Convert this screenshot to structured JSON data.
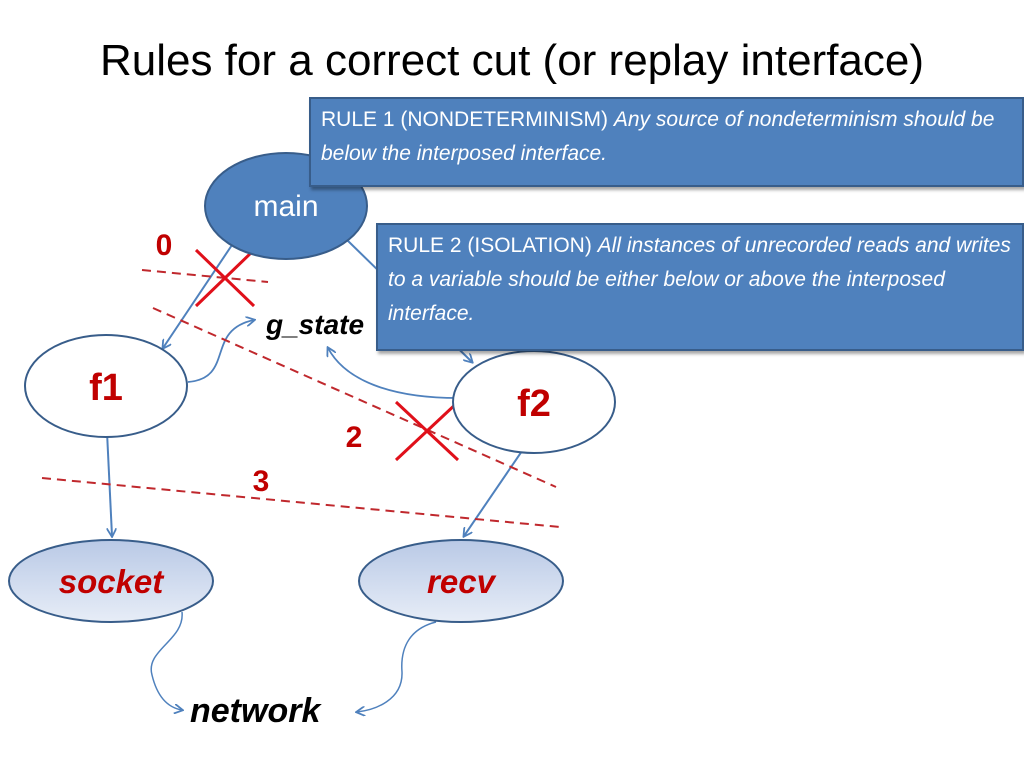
{
  "title": "Rules for a correct cut (or replay interface)",
  "nodes": {
    "main": "main",
    "f1": "f1",
    "f2": "f2",
    "socket": "socket",
    "recv": "recv",
    "g_state": "g_state",
    "network": "network"
  },
  "cut_labels": {
    "cut0": "0",
    "cut2": "2",
    "cut3": "3"
  },
  "rules": {
    "rule1": {
      "label": "RULE 1 (NONDETERMINISM)",
      "desc": "Any source of nondeterminism should be below the interposed interface."
    },
    "rule2": {
      "label": "RULE 2 (ISOLATION)",
      "desc": "All instances of unrecorded reads and writes to a variable should be either below or above the interposed interface."
    }
  },
  "colors": {
    "node_fill": "#4f81bd",
    "node_stroke": "#385d8a",
    "edge": "#4f81bd",
    "cut": "#c0282d",
    "accent_text": "#c00000"
  }
}
